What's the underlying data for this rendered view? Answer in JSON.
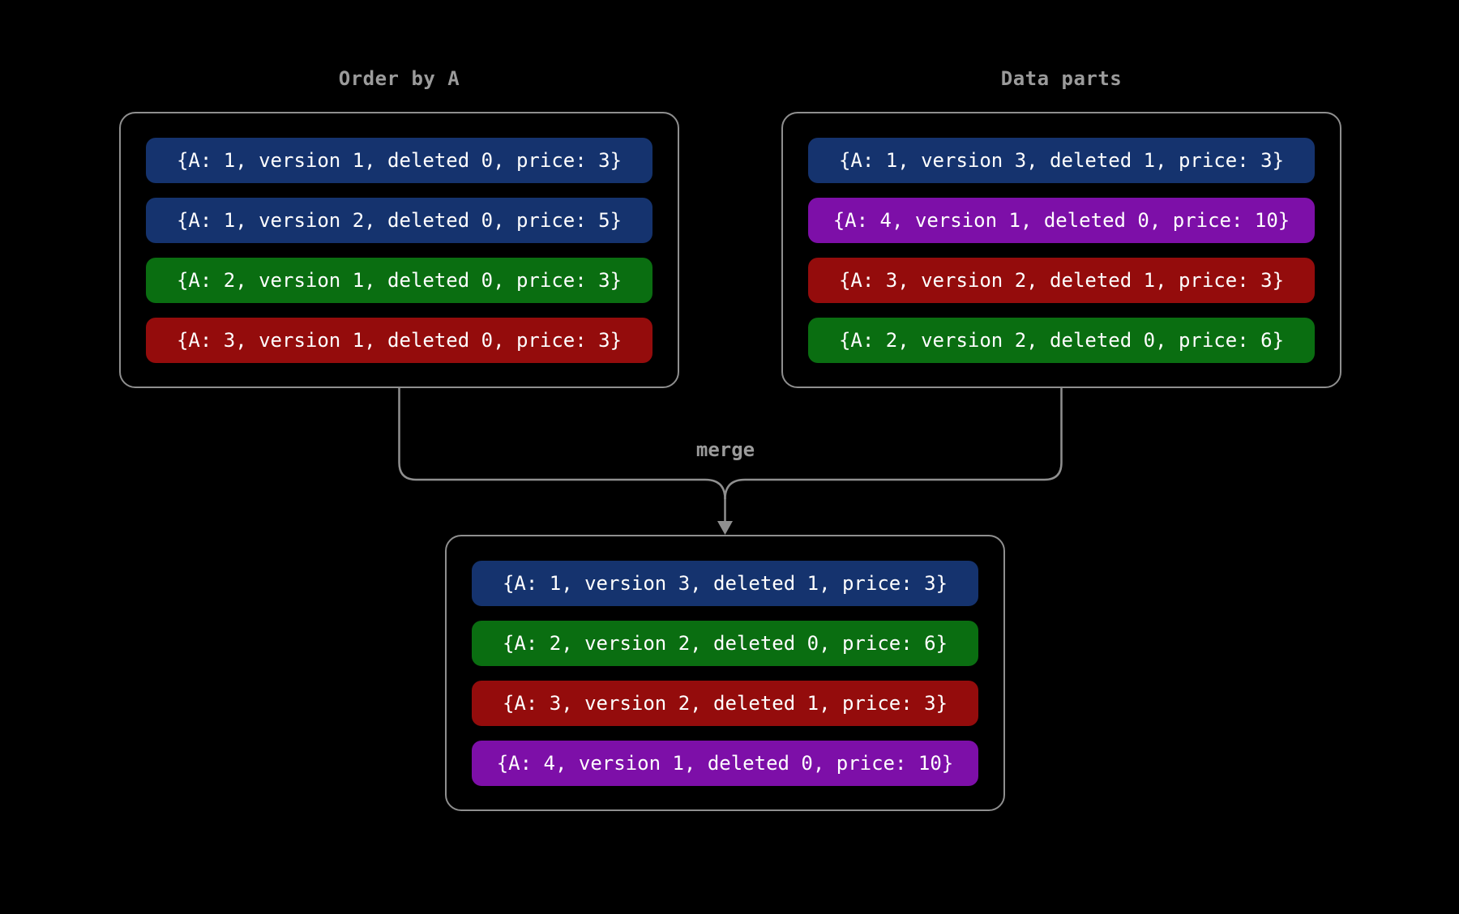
{
  "colors": {
    "background": "#000000",
    "box_border": "#8f8f8f",
    "connector_line": "#8f8f8f",
    "label_text": "#9b9b9b",
    "row_text": "#ffffff",
    "blue": "#15336e",
    "green": "#0a6e11",
    "red": "#940c0c",
    "purple": "#7d0fa8"
  },
  "merge_label": "merge",
  "boxes": {
    "left": {
      "title": "Order by A",
      "rows": [
        {
          "text": "{A: 1, version 1, deleted 0, price: 3}",
          "color": "#15336e"
        },
        {
          "text": "{A: 1, version 2, deleted 0, price: 5}",
          "color": "#15336e"
        },
        {
          "text": "{A: 2, version 1, deleted 0, price: 3}",
          "color": "#0a6e11"
        },
        {
          "text": "{A: 3, version 1, deleted 0, price: 3}",
          "color": "#940c0c"
        }
      ]
    },
    "right": {
      "title": "Data parts",
      "rows": [
        {
          "text": "{A: 1, version 3, deleted 1, price: 3}",
          "color": "#15336e"
        },
        {
          "text": "{A: 4, version 1, deleted 0, price: 10}",
          "color": "#7d0fa8"
        },
        {
          "text": "{A: 3, version 2, deleted 1, price: 3}",
          "color": "#940c0c"
        },
        {
          "text": "{A: 2, version 2, deleted 0, price: 6}",
          "color": "#0a6e11"
        }
      ]
    },
    "merged": {
      "rows": [
        {
          "text": "{A: 1, version 3, deleted 1, price: 3}",
          "color": "#15336e"
        },
        {
          "text": "{A: 2, version 2, deleted 0, price: 6}",
          "color": "#0a6e11"
        },
        {
          "text": "{A: 3, version 2, deleted 1, price: 3}",
          "color": "#940c0c"
        },
        {
          "text": "{A: 4, version 1, deleted 0, price: 10}",
          "color": "#7d0fa8"
        }
      ]
    }
  }
}
